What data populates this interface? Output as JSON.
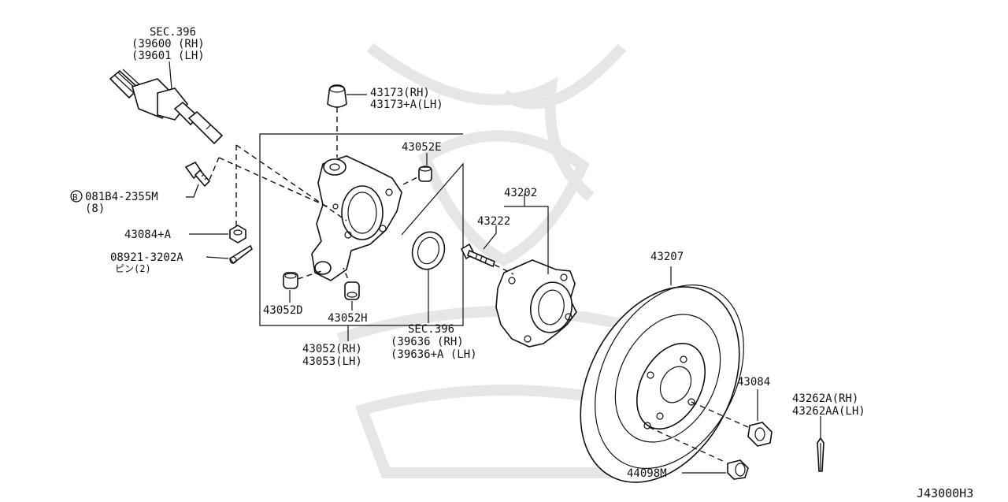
{
  "drawing_code": "J43000H3",
  "labels": {
    "driveshaft_sec": "SEC.396",
    "driveshaft_rh": "(39600 (RH)",
    "driveshaft_lh": "(39601 (LH)",
    "bushing_rh": "43173(RH)",
    "bushing_lh": "43173+A(LH)",
    "bushing_e": "43052E",
    "bolt_code": "081B4-2355M",
    "bolt_qty": "(8)",
    "nut_a": "43084+A",
    "pin_code": "08921-3202A",
    "pin_qty": "ピン(2)",
    "bushing_d": "43052D",
    "bushing_h": "43052H",
    "knuckle_rh": "43052(RH)",
    "knuckle_lh": "43053(LH)",
    "seal_sec": "SEC.396",
    "seal_rh": "(39636   (RH)",
    "seal_lh": "(39636+A (LH)",
    "hub": "43202",
    "hub_bolt": "43222",
    "rotor": "43207",
    "nut": "43084",
    "cotter_rh": "43262A(RH)",
    "cotter_lh": "43262AA(LH)",
    "plug": "44098M",
    "bolt_prefix": "B"
  }
}
